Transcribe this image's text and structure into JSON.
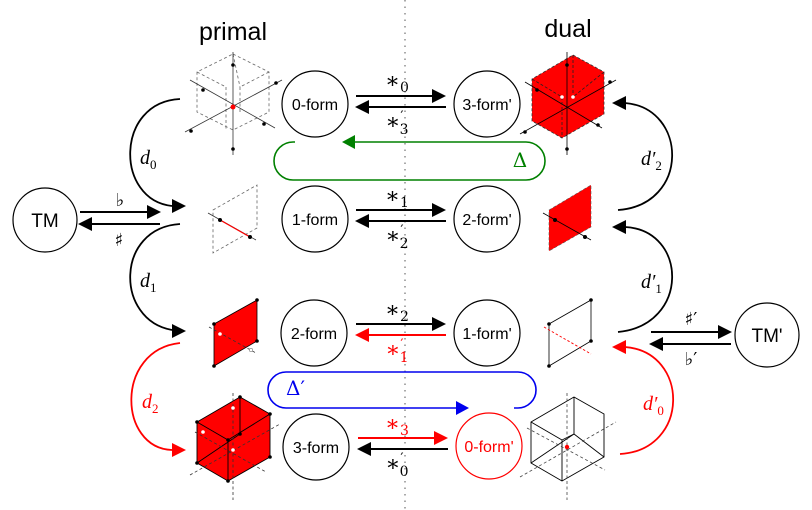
{
  "headings": {
    "primal": "primal",
    "dual": "dual"
  },
  "colors": {
    "black": "#000000",
    "red": "#ff0000",
    "green": "#008000",
    "blue": "#0000ee",
    "fill_red": "#ff0000"
  },
  "nodes": {
    "tm": "TM",
    "tm_dual": "TM'",
    "primal": [
      "0-form",
      "1-form",
      "2-form",
      "3-form"
    ],
    "dual": [
      "3-form'",
      "2-form'",
      "1-form'",
      "0-form'"
    ]
  },
  "hodge": [
    {
      "forward": "∗",
      "forward_sub": "0",
      "backward": "∗",
      "backward_sub": "3",
      "backward_prime": "′"
    },
    {
      "forward": "∗",
      "forward_sub": "1",
      "backward": "∗",
      "backward_sub": "2",
      "backward_prime": "′"
    },
    {
      "forward": "∗",
      "forward_sub": "2",
      "backward": "∗",
      "backward_sub": "1",
      "backward_prime": "′"
    },
    {
      "forward": "∗",
      "forward_sub": "3",
      "backward": "∗",
      "backward_sub": "0",
      "backward_prime": "′"
    }
  ],
  "musical": {
    "flat": "♭",
    "sharp": "♯",
    "sharp_dual": "♯′",
    "flat_dual": "♭′"
  },
  "exterior": {
    "d0": {
      "base": "d",
      "sub": "0"
    },
    "d1": {
      "base": "d",
      "sub": "1"
    },
    "d2": {
      "base": "d",
      "sub": "2"
    },
    "dp2": {
      "base": "d′",
      "sub": "2"
    },
    "dp1": {
      "base": "d′",
      "sub": "1"
    },
    "dp0": {
      "base": "d′",
      "sub": "0"
    }
  },
  "laplacians": {
    "delta": "Δ",
    "delta_dual": "Δ′"
  }
}
